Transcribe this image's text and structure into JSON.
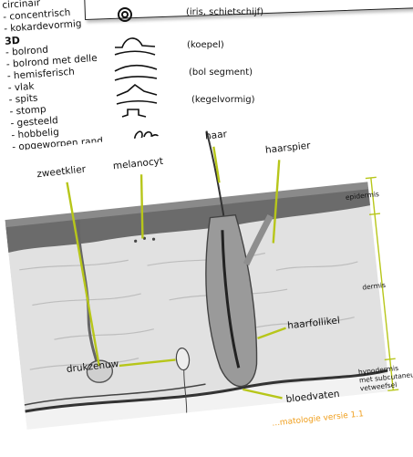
{
  "left_list": {
    "items_2d": [
      "circinair",
      "- concentrisch",
      "- kokardevormig"
    ],
    "heading_3d": "3D",
    "items_3d": [
      "- bolrond",
      "- bolrond met delle",
      "- hemisferisch",
      "- vlak",
      "- spits",
      "- stomp",
      "- gesteeld",
      "- hobbelig",
      "- opgeworpen rand"
    ]
  },
  "shapes": {
    "iris": "(iris, schietschijf)",
    "koepel": "(koepel)",
    "bol_segment": "(bol segment)",
    "kegelvormig": "(kegelvormig)"
  },
  "diagram": {
    "labels": {
      "haar": "haar",
      "zweetklier": "zweetklier",
      "melanocyt": "melanocyt",
      "haarspier": "haarspier",
      "haarfollikel": "haarfollikel",
      "drukzenuw": "drukzenuw",
      "bloedvaten": "bloedvaten"
    },
    "layers": {
      "epidermis": "epidermis",
      "dermis": "dermis",
      "hypodermis_1": "hypodermis",
      "hypodermis_2": "met subcutaneus",
      "hypodermis_3": "vetweefsel"
    },
    "footer": "...matologie versie 1.1",
    "colors": {
      "leader_lines": "#b7c61a",
      "epidermis": "#6d6d6d",
      "dermis": "#d9d9d9",
      "footer": "#f0a020"
    }
  }
}
